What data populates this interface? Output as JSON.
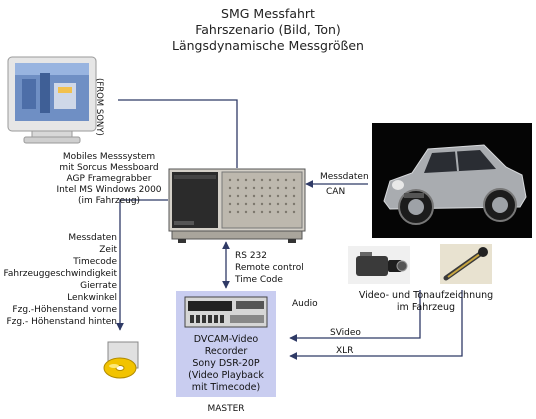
{
  "title": {
    "line1": "SMG Messfahrt",
    "line2": "Fahrszenario (Bild, Ton)",
    "line3": "Längsdynamische Messgrößen"
  },
  "monitor": {
    "side_label": "(FROM SONY)"
  },
  "pc": {
    "caption": [
      "Mobiles Messsystem",
      "mit Sorcus Messboard",
      "AGP Framegrabber",
      "Intel MS Windows 2000",
      "(im Fahrzeug)"
    ]
  },
  "car_link": {
    "label1": "Messdaten",
    "label2": "CAN"
  },
  "measurements": [
    "Messdaten",
    "Zeit",
    "Timecode",
    "Fahrzeuggeschwindigkeit",
    "Gierrate",
    "Lenkwinkel",
    "Fzg.-Höhenstand vorne",
    "Fzg.- Höhenstand hinten"
  ],
  "rs232": {
    "line1": "RS 232",
    "line2": "Remote control",
    "line3": "Time Code"
  },
  "audio_label": "Audio",
  "recorder": {
    "lines": [
      "DVCAM-Video",
      "Recorder",
      "Sony DSR-20P",
      "(Video Playback",
      "mit Timecode)"
    ],
    "master": "MASTER"
  },
  "av_capture": {
    "line1": "Video- und Tonaufzeichnung",
    "line2": "im Fahrzeug"
  },
  "svideo_label": "SVideo",
  "xlr_label": "XLR",
  "colors": {
    "line": "#2f3a66",
    "recorder_bg": "#c9cdf0"
  }
}
